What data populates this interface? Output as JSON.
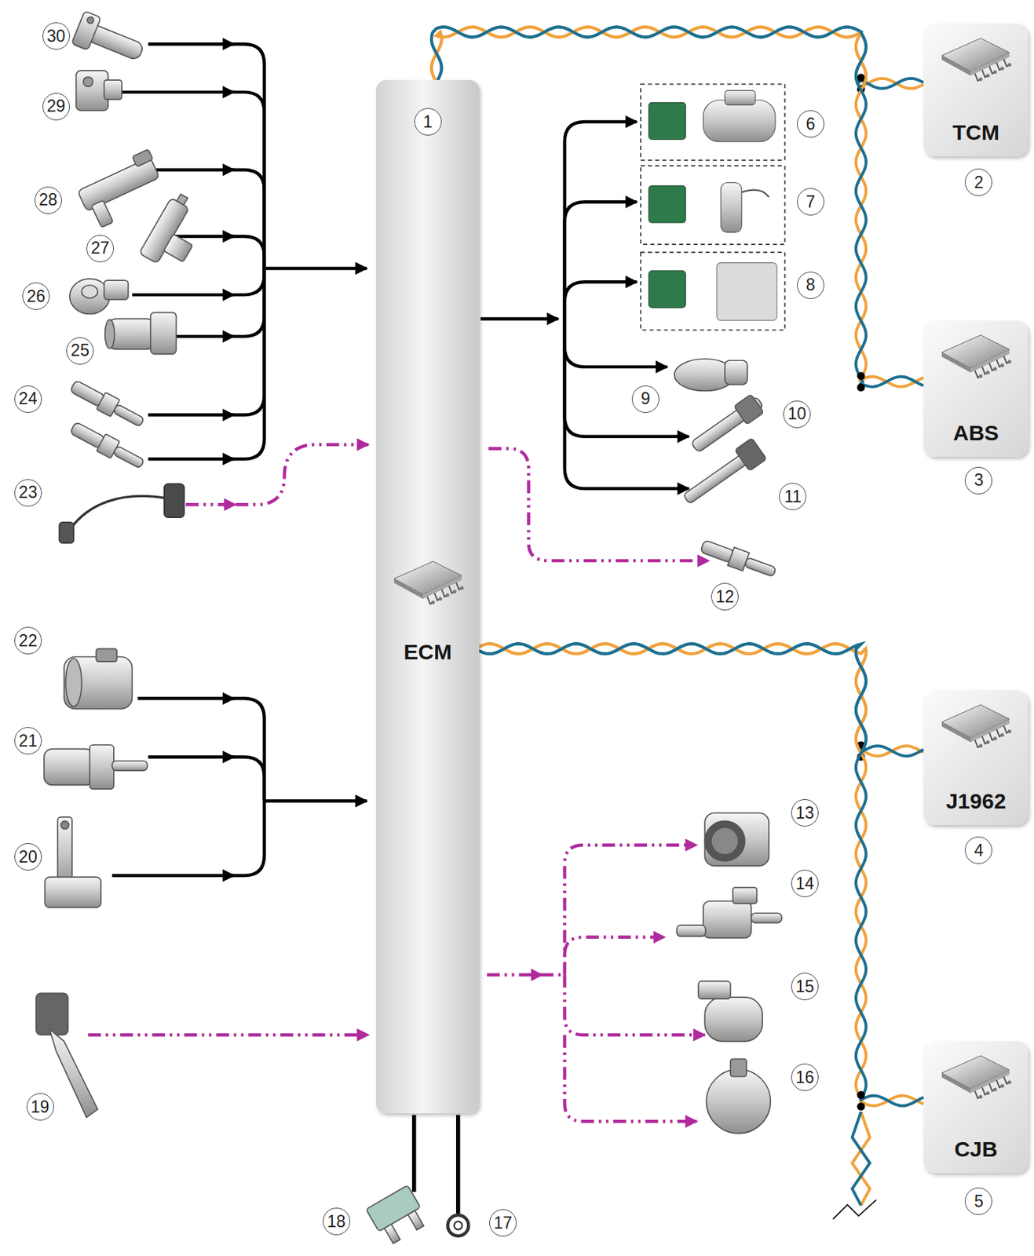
{
  "diagram": {
    "nodes": [
      {
        "text": [
          "1",
          "ECM"
        ]
      },
      {
        "text": [
          "TCM"
        ]
      },
      {
        "text": [
          "ABS"
        ]
      },
      {
        "text": [
          "J1962"
        ]
      },
      {
        "text": [
          "CJB"
        ]
      }
    ],
    "edges": [
      {
        "from": 0,
        "to": 1,
        "arrow": "none"
      },
      {
        "from": 0,
        "to": 2,
        "arrow": "none"
      },
      {
        "from": 0,
        "to": 3,
        "arrow": "none"
      },
      {
        "from": 0,
        "to": 4,
        "arrow": "none"
      }
    ],
    "labels": [
      "30",
      "29",
      "28",
      "27",
      "26",
      "25",
      "24",
      "23",
      "22",
      "21",
      "20",
      "19",
      "18",
      "17",
      "6",
      "7",
      "8",
      "9",
      "10",
      "11",
      "12",
      "13",
      "14",
      "15",
      "16",
      "2",
      "3",
      "4",
      "5"
    ]
  }
}
